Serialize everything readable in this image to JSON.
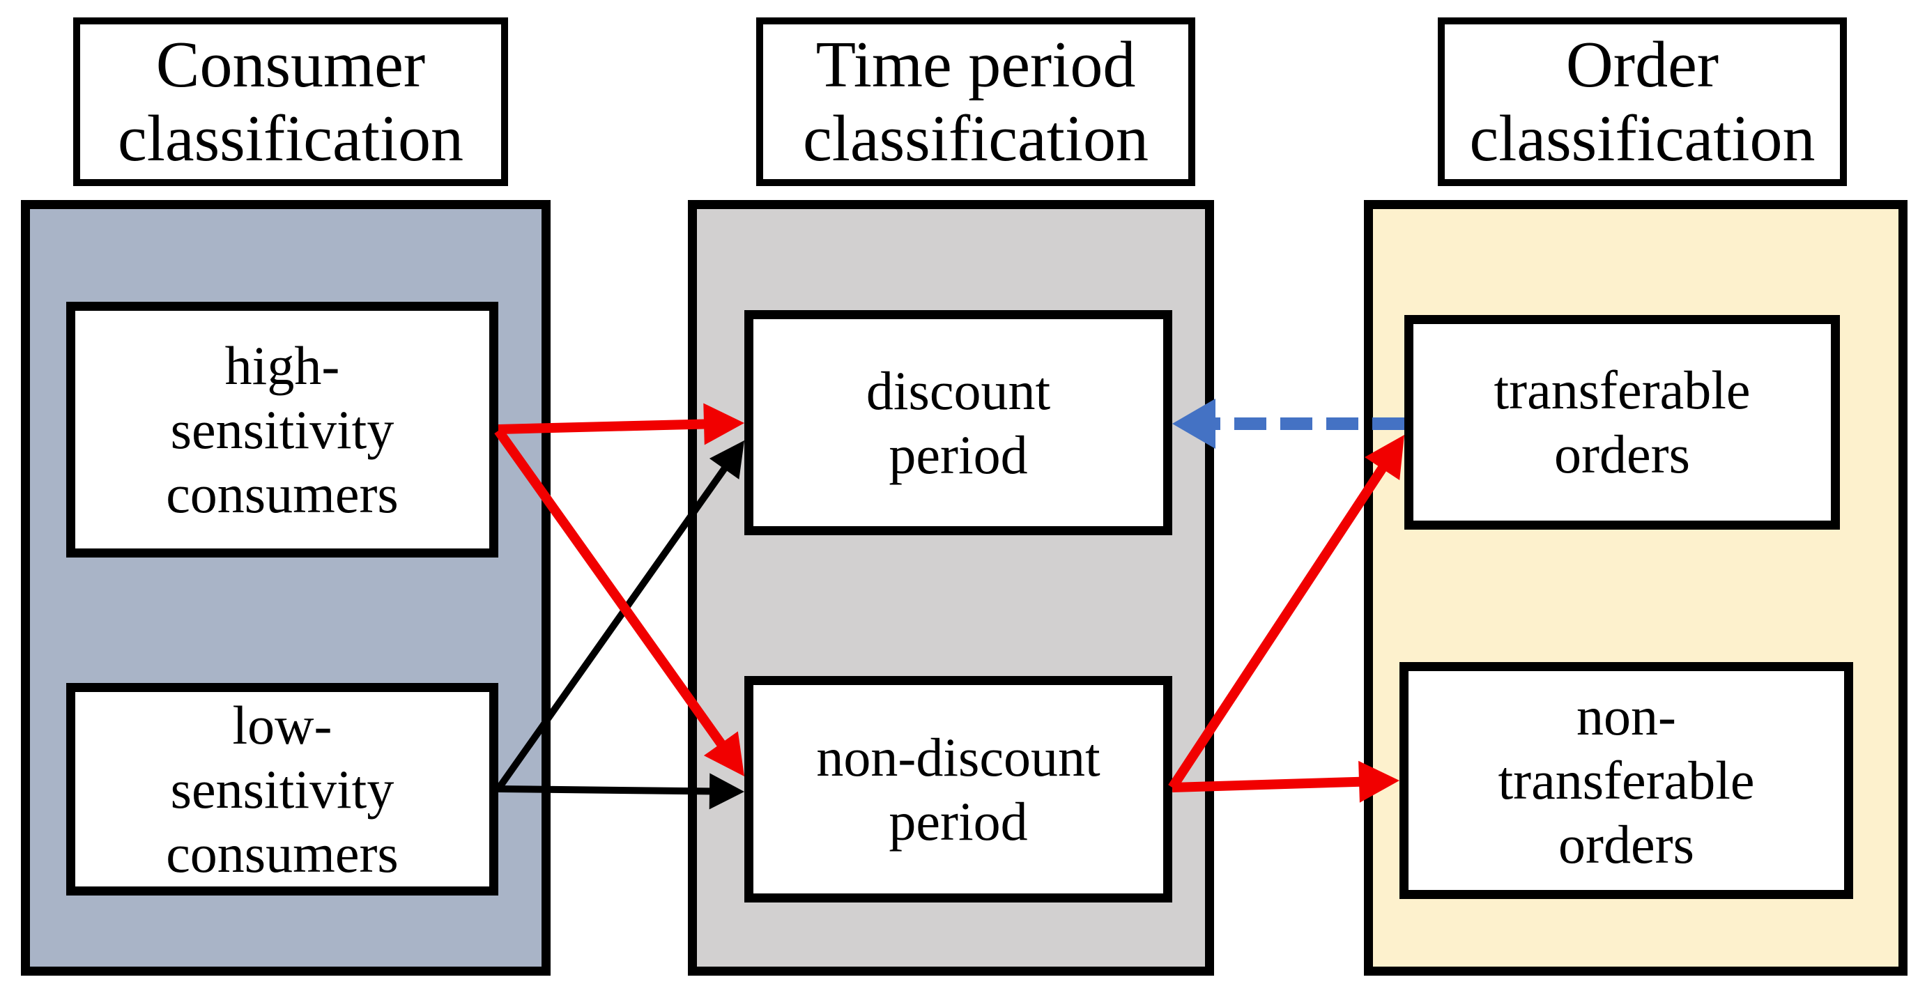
{
  "diagram": {
    "title": "consumer / time period / order classification diagram",
    "columns": [
      {
        "id": "consumer",
        "header_lines": [
          "Consumer",
          "classification"
        ],
        "bg": "#a9b4c7",
        "nodes": [
          {
            "id": "high",
            "lines": [
              "high-",
              "sensitivity",
              "consumers"
            ]
          },
          {
            "id": "low",
            "lines": [
              "low-",
              "sensitivity",
              "consumers"
            ]
          }
        ]
      },
      {
        "id": "time",
        "header_lines": [
          "Time period",
          "classification"
        ],
        "bg": "#d2d0d0",
        "nodes": [
          {
            "id": "discount",
            "lines": [
              "discount",
              "period"
            ]
          },
          {
            "id": "nondiscount",
            "lines": [
              "non-discount",
              "period"
            ]
          }
        ]
      },
      {
        "id": "order",
        "header_lines": [
          "Order",
          "classification"
        ],
        "bg": "#fdf1cd",
        "nodes": [
          {
            "id": "transferable",
            "lines": [
              "transferable",
              "orders"
            ]
          },
          {
            "id": "nontransferable",
            "lines": [
              "non-",
              "transferable",
              "orders"
            ]
          }
        ]
      }
    ],
    "edges": [
      {
        "from": "high",
        "to": "discount",
        "color": "red",
        "style": "solid"
      },
      {
        "from": "high",
        "to": "nondiscount",
        "color": "red",
        "style": "solid"
      },
      {
        "from": "low",
        "to": "discount",
        "color": "black",
        "style": "solid"
      },
      {
        "from": "low",
        "to": "nondiscount",
        "color": "black",
        "style": "solid"
      },
      {
        "from": "transferable",
        "to": "discount",
        "color": "blue",
        "style": "dashed"
      },
      {
        "from": "nondiscount",
        "to": "transferable",
        "color": "red",
        "style": "solid"
      },
      {
        "from": "nondiscount",
        "to": "nontransferable",
        "color": "red",
        "style": "solid"
      }
    ],
    "colors": {
      "red": "#f10000",
      "blue": "#4472c4",
      "black": "#000000",
      "border": "#000000",
      "box_fill": "#ffffff"
    }
  }
}
